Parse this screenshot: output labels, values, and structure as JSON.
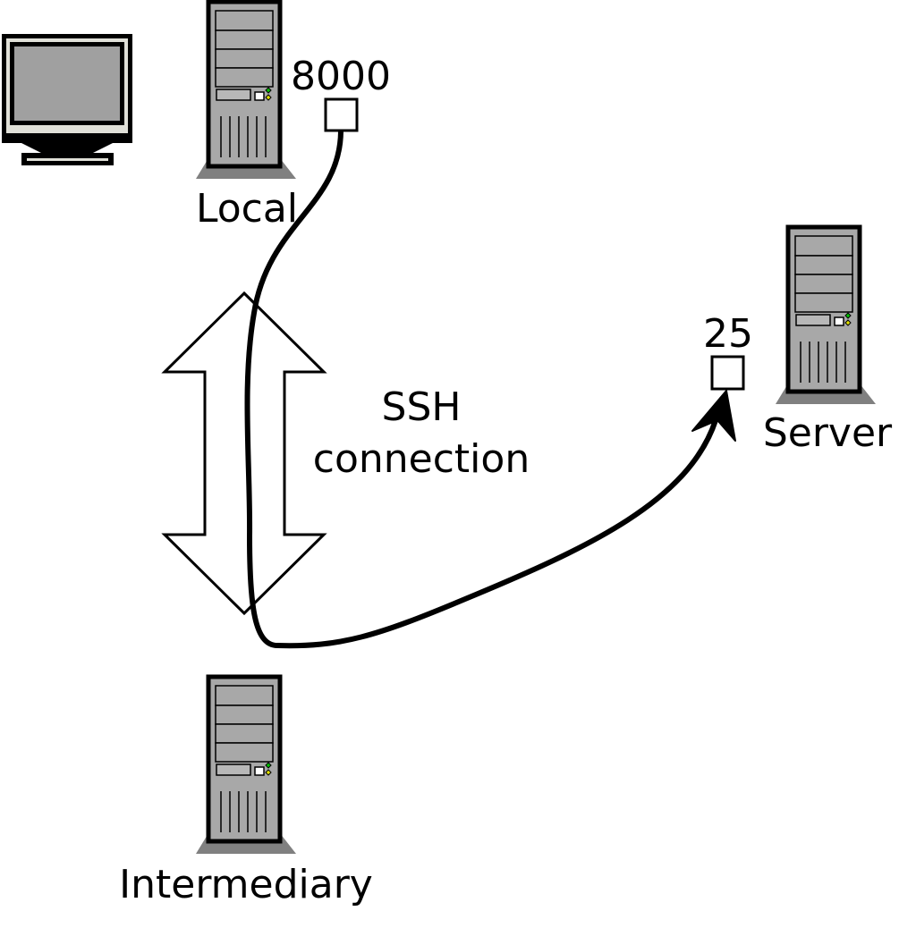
{
  "labels": {
    "local": "Local",
    "server": "Server",
    "intermediary": "Intermediary",
    "local_port": "8000",
    "server_port": "25",
    "connection_line1": "SSH",
    "connection_line2": "connection"
  },
  "icons": {
    "workstation": "monitor-icon",
    "tower": "server-tower-icon"
  },
  "colors": {
    "background": "#ffffff",
    "stroke": "#000000",
    "monitor_screen": "#a0a0a0",
    "monitor_bezel": "#e0e0d8",
    "tower_body": "#a8a8a8",
    "tower_base": "#808080",
    "led_green": "#00c000",
    "led_yellow": "#e0e000"
  }
}
